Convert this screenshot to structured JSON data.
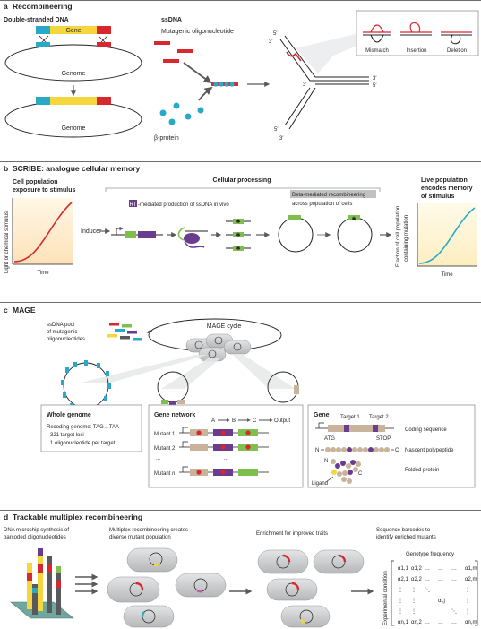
{
  "panel_a": {
    "letter": "a",
    "title": "Recombineering",
    "dsdna_label": "Double-stranded DNA",
    "gene": "Gene",
    "genome": "Genome",
    "genome2": "Genome",
    "ssdna_label": "ssDNA",
    "mutagenic_oligo": "Mutagenic oligonucleotide",
    "beta_protein": "β-protein",
    "p5a": "5′",
    "p3a": "3′",
    "p3b": "3′",
    "p5b": "5′",
    "p3c": "3′",
    "p5c": "5′",
    "p3d": "3′",
    "mismatch": "Mismatch",
    "insertion": "Insertion",
    "deletion": "Deletion"
  },
  "panel_b": {
    "letter": "b",
    "title": "SCRIBE: analogue cellular memory",
    "cell_pop_1": "Cell population",
    "cell_pop_2": "exposure to stimulus",
    "ylabel_left": "Light or chemical stimulus",
    "time_left": "Time",
    "inducer": "Inducer",
    "cellular_processing": "Cellular processing",
    "rt_box": "RT",
    "rt_text": "-mediated production of ssDNA in vivo",
    "beta_box": "Beta-mediated recombineering",
    "beta_text": "across population of cells",
    "live_1": "Live population",
    "live_2": "encodes memory",
    "live_3": "of stimulus",
    "ylabel_right_1": "Fraction of cell population",
    "ylabel_right_2": "containing mutation",
    "time_right": "Time"
  },
  "panel_c": {
    "letter": "c",
    "title": "MAGE",
    "pool_1": "ssDNA pool",
    "pool_2": "of mutagenic",
    "pool_3": "oligonucleotides",
    "cycle": "MAGE cycle",
    "whole_genome": "Whole genome",
    "wg_1": "Recoding genome: TAG→TAA",
    "wg_2": "321 target loci",
    "wg_3": "1 oligonucleotide per target",
    "gene_network": "Gene network",
    "a": "A",
    "b": "B",
    "c": "C",
    "output": "Output",
    "mutant1": "Mutant 1",
    "mutant2": "Mutant 2",
    "dots1": "...",
    "dots2": "...",
    "mutantn_prefix": "Mutant ",
    "mutantn_n": "n",
    "gene": "Gene",
    "target1": "Target 1",
    "target2": "Target 2",
    "atg": "ATG",
    "stop": "STOP",
    "coding_seq": "Coding sequence",
    "n_term": "N",
    "c_term": "C",
    "nascent": "Nascent polypeptide",
    "n_term2": "N",
    "c_term2": "C",
    "folded": "Folded protein",
    "ligand": "Ligand"
  },
  "panel_d": {
    "letter": "d",
    "title": "Trackable multiplex recombineering",
    "step1_1": "DNA microchip synthesis of",
    "step1_2": "barcoded oligonucleotides",
    "step2_1": "Multiplex recombineering creates",
    "step2_2": "diverse mutant population",
    "step3": "Enrichment for improved traits",
    "step4_1": "Sequence barcodes to",
    "step4_2": "identify enriched mutants",
    "genotype_freq": "Genotype frequency",
    "exp_condition": "Experimental condition",
    "matrix_rows": [
      [
        "α1,1",
        "α1,2",
        "…",
        "…",
        "…",
        "α1,m"
      ],
      [
        "α2,1",
        "α2,2",
        "…",
        "…",
        "…",
        "α2,m"
      ],
      [
        "⋮",
        "⋮",
        "⋱",
        "",
        "",
        "⋮"
      ],
      [
        "⋮",
        "⋮",
        "",
        "αi,j",
        "",
        "⋮"
      ],
      [
        "⋮",
        "⋮",
        "",
        "",
        "⋱",
        "⋮"
      ],
      [
        "αn,1",
        "αn,2",
        "…",
        "…",
        "…",
        "αn,m"
      ]
    ]
  },
  "colors": {
    "red": "#d7282f",
    "blue_teal": "#29a8c8",
    "yellow": "#f5d63c",
    "purple": "#6a3c8f",
    "green": "#7fbf4d",
    "beige": "#c9b39a",
    "gray_cell": "#bfc1c3",
    "header_rule": "#6d6e71"
  }
}
